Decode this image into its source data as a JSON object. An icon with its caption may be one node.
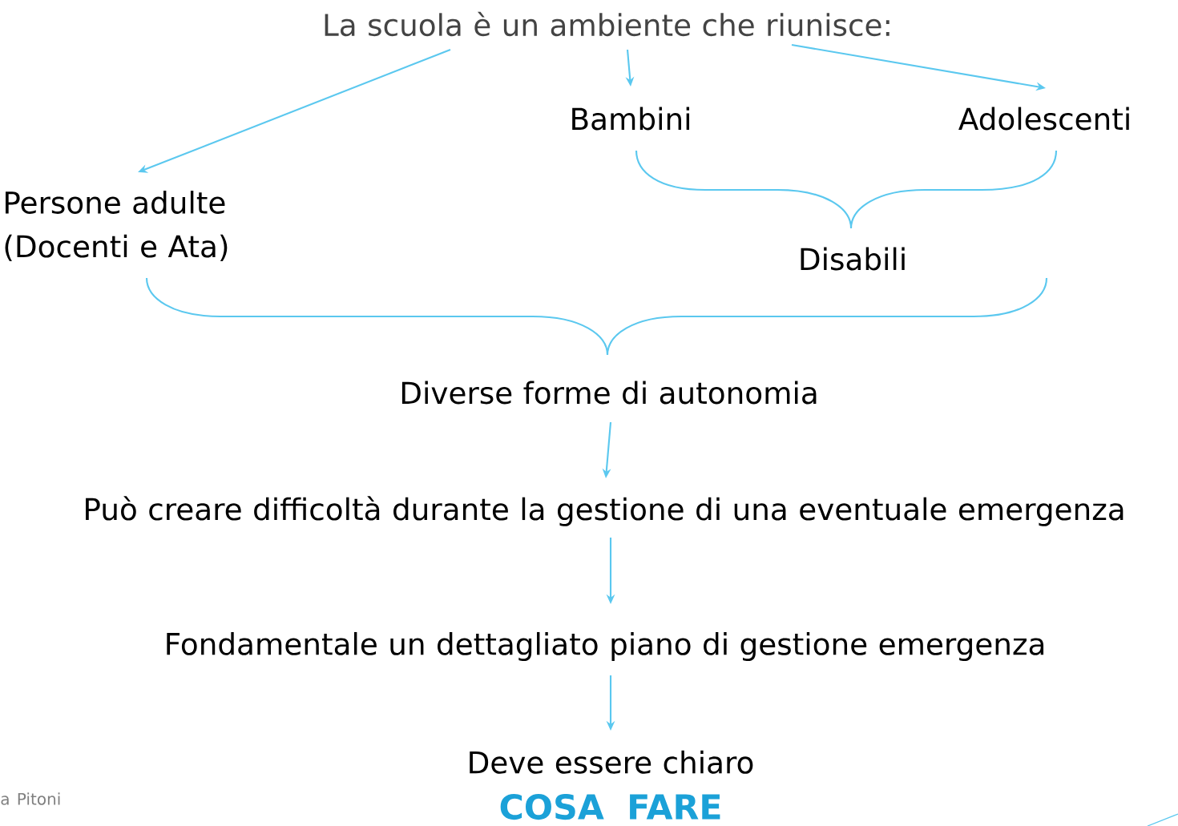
{
  "diagram": {
    "nodes": [
      {
        "text": [
          "La scuola è un ambiente che riunisce:"
        ]
      },
      {
        "text": [
          "Bambini"
        ]
      },
      {
        "text": [
          "Adolescenti"
        ]
      },
      {
        "text": [
          "Persone adulte (Docenti e Ata)"
        ]
      },
      {
        "text": [
          "Disabili"
        ]
      },
      {
        "text": [
          "Diverse forme di autonomia"
        ]
      },
      {
        "text": [
          "Può creare difficoltà durante la gestione di una eventuale emergenza"
        ]
      },
      {
        "text": [
          "Fondamentale un dettagliato piano di gestione emergenza"
        ]
      },
      {
        "text": [
          "Deve essere chiaro",
          "COSA FARE"
        ]
      }
    ],
    "edges": [
      {
        "from": 0,
        "to": 3,
        "arrow": "to"
      },
      {
        "from": 0,
        "to": 1,
        "arrow": "to"
      },
      {
        "from": 0,
        "to": 2,
        "arrow": "to"
      },
      {
        "from": 5,
        "to": 6,
        "arrow": "to"
      },
      {
        "from": 6,
        "to": 7,
        "arrow": "to"
      },
      {
        "from": 7,
        "to": 8,
        "arrow": "to"
      }
    ],
    "labels": [
      "a Pitoni"
    ]
  }
}
